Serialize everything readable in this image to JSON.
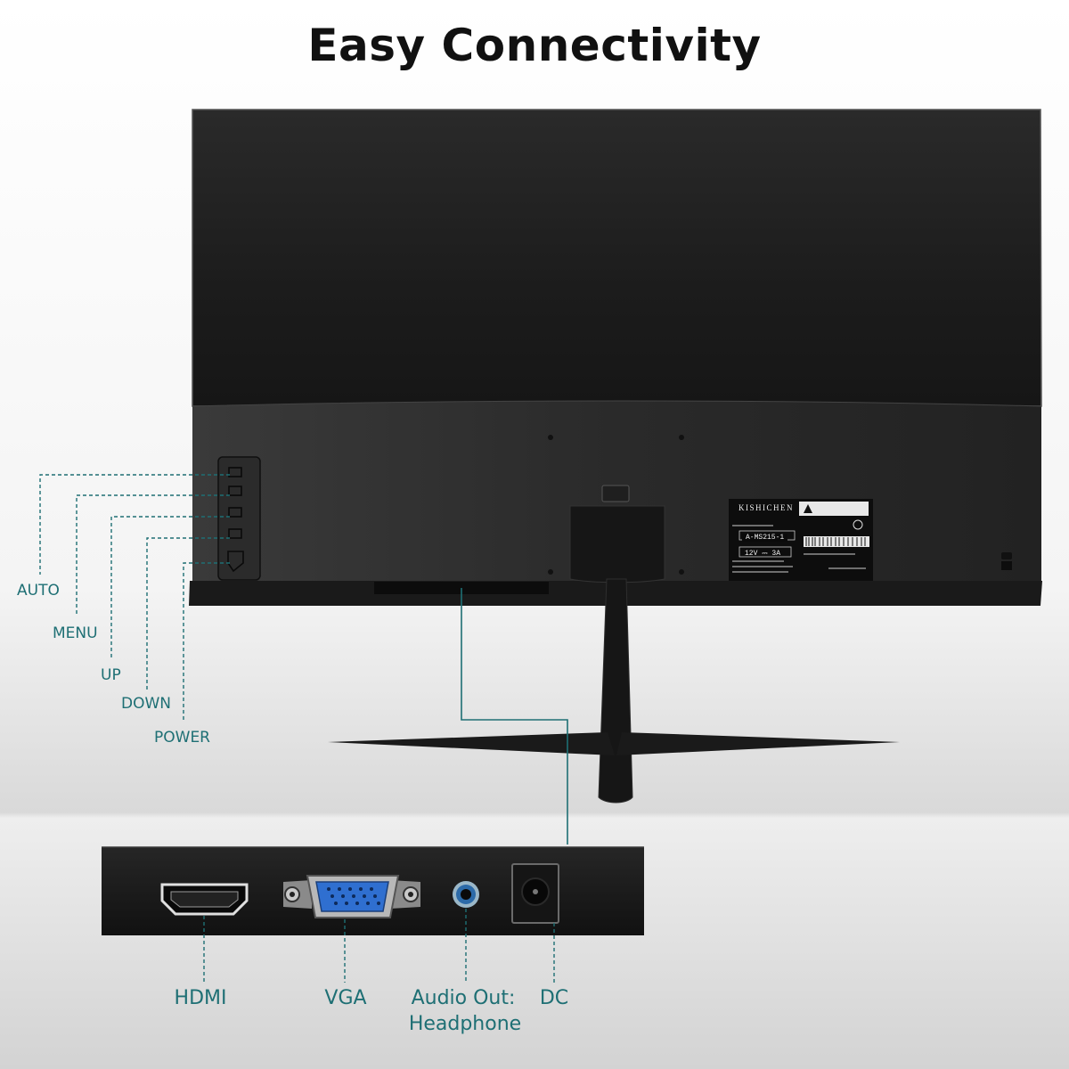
{
  "title": "Easy Connectivity",
  "buttons": [
    {
      "label": "AUTO"
    },
    {
      "label": "MENU"
    },
    {
      "label": "UP"
    },
    {
      "label": "DOWN"
    },
    {
      "label": "POWER"
    }
  ],
  "ports": [
    {
      "label": "HDMI"
    },
    {
      "label": "VGA"
    },
    {
      "label": "Audio Out:",
      "sublabel": "Headphone"
    },
    {
      "label": "DC"
    }
  ],
  "rating_label": {
    "brand": "KISHICHEN",
    "model": "A-MS215-1",
    "power": "12V ⎓ 3A"
  },
  "colors": {
    "accent": "#1e6f74",
    "monitor": "#1b1b1b",
    "vga_port": "#2f6fd0"
  }
}
